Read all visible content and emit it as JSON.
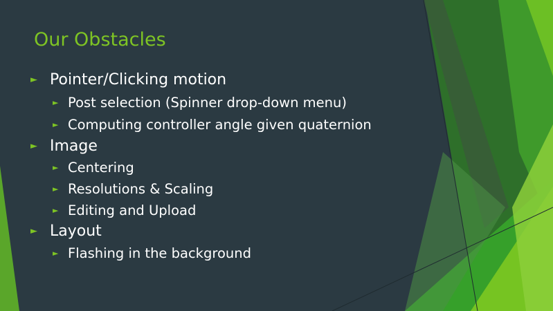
{
  "slide": {
    "title": "Our Obstacles",
    "bullets": [
      {
        "level": 1,
        "text": "Pointer/Clicking motion"
      },
      {
        "level": 2,
        "text": "Post selection (Spinner drop-down menu)"
      },
      {
        "level": 2,
        "text": "Computing controller angle given quaternion"
      },
      {
        "level": 1,
        "text": "Image"
      },
      {
        "level": 2,
        "text": "Centering"
      },
      {
        "level": 2,
        "text": "Resolutions & Scaling"
      },
      {
        "level": 2,
        "text": "Editing and Upload"
      },
      {
        "level": 1,
        "text": "Layout"
      },
      {
        "level": 2,
        "text": "Flashing in the background"
      }
    ],
    "bullet_glyph": "►"
  },
  "colors": {
    "background": "#2b3a42",
    "accent": "#7ec424",
    "text": "#ffffff"
  }
}
